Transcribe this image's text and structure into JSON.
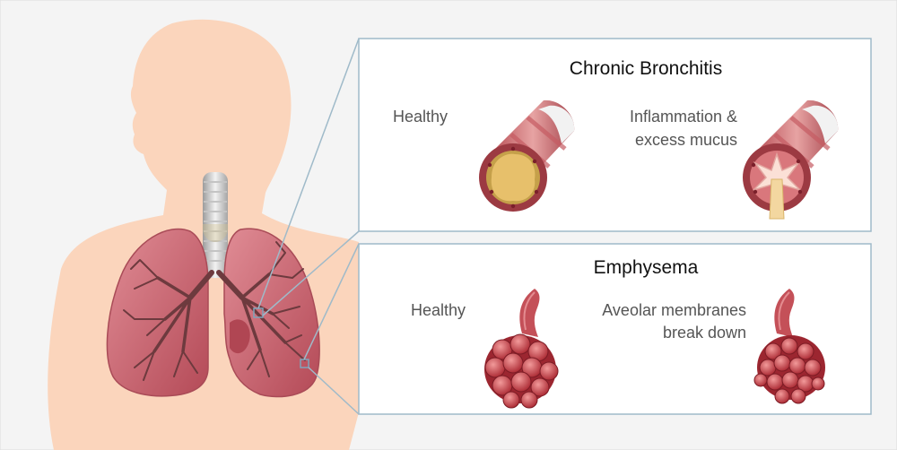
{
  "bronchitis": {
    "title": "Chronic Bronchitis",
    "healthy_label": "Healthy",
    "disease_label_lines": [
      "Inflammation &",
      "excess mucus"
    ]
  },
  "emphysema": {
    "title": "Emphysema",
    "healthy_label": "Healthy",
    "disease_label_lines": [
      "Aveolar membranes",
      "break down"
    ]
  },
  "colors": {
    "background": "#f4f4f4",
    "skin": "#fbd5bc",
    "panel_border": "#9fbac9",
    "lung": "#c9626e",
    "airway": "#6d3a3e",
    "alveoli": "#b8363f",
    "mucus": "#d9b46a"
  }
}
